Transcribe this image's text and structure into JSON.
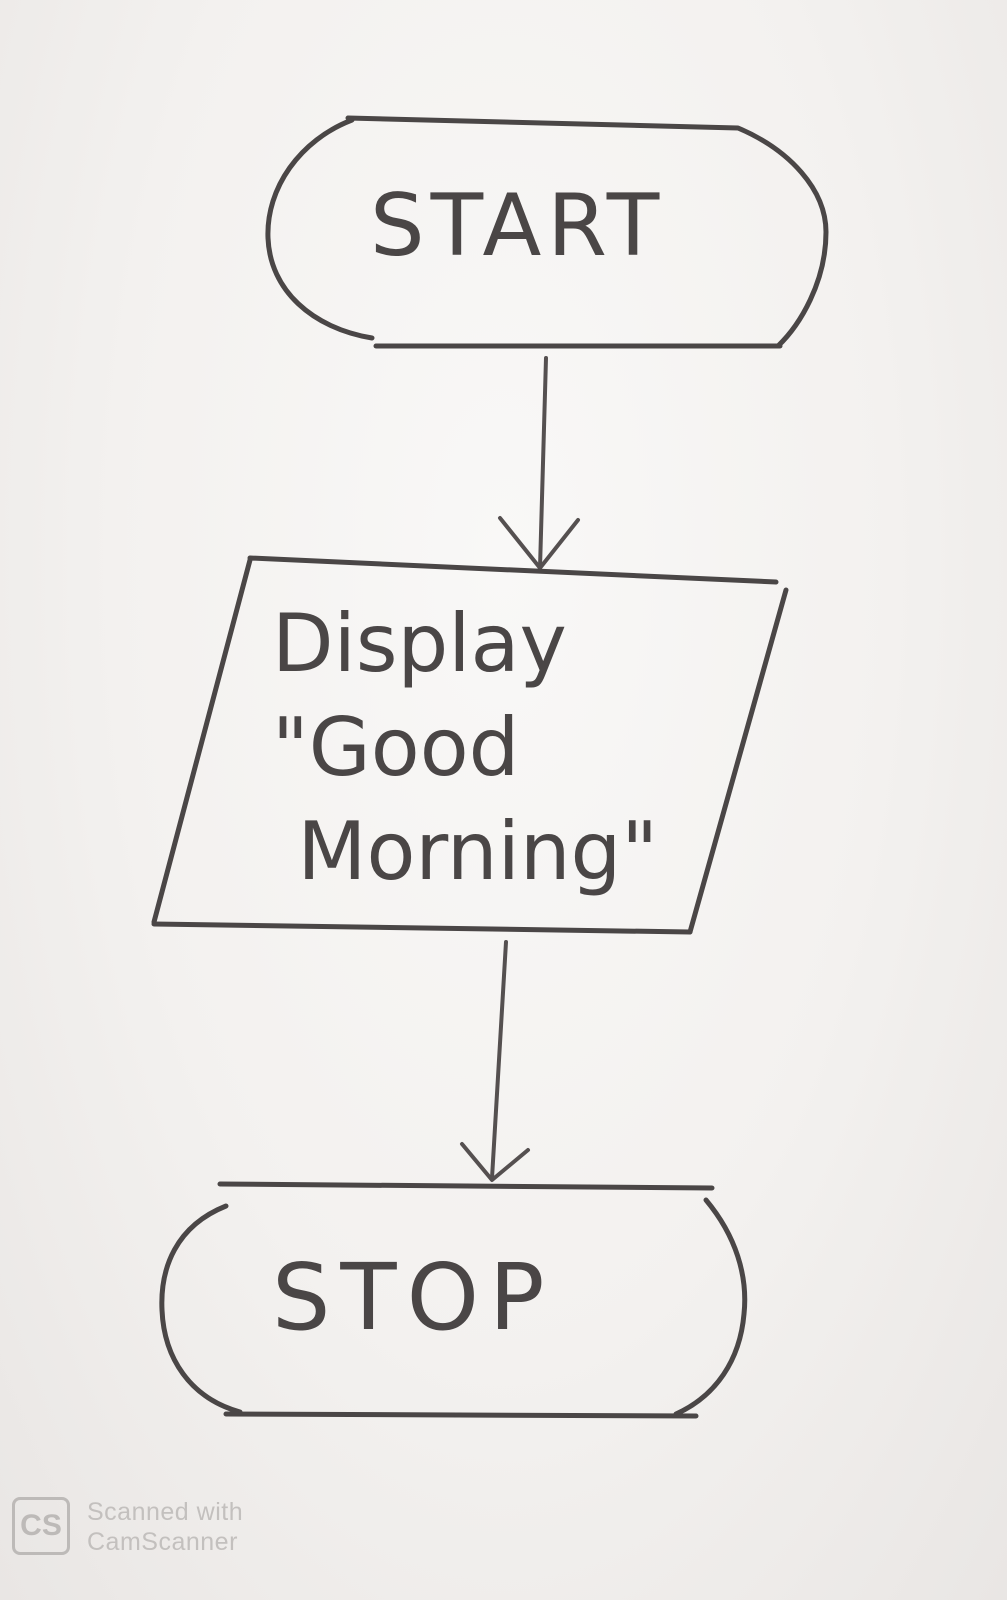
{
  "diagram": {
    "type": "flowchart",
    "nodes": [
      {
        "id": "start",
        "shape": "terminator",
        "label": "START"
      },
      {
        "id": "display",
        "shape": "input-output",
        "label": "Display\n\"Good\n Morning\""
      },
      {
        "id": "stop",
        "shape": "terminator",
        "label": "STOP"
      }
    ],
    "edges": [
      {
        "from": "start",
        "to": "display"
      },
      {
        "from": "display",
        "to": "stop"
      }
    ]
  },
  "watermark": {
    "logo": "CS",
    "line1": "Scanned with",
    "line2": "CamScanner"
  },
  "colors": {
    "pencil": "#4a4646",
    "paper": "#f4f2f0",
    "watermark": "#bdbab8"
  }
}
